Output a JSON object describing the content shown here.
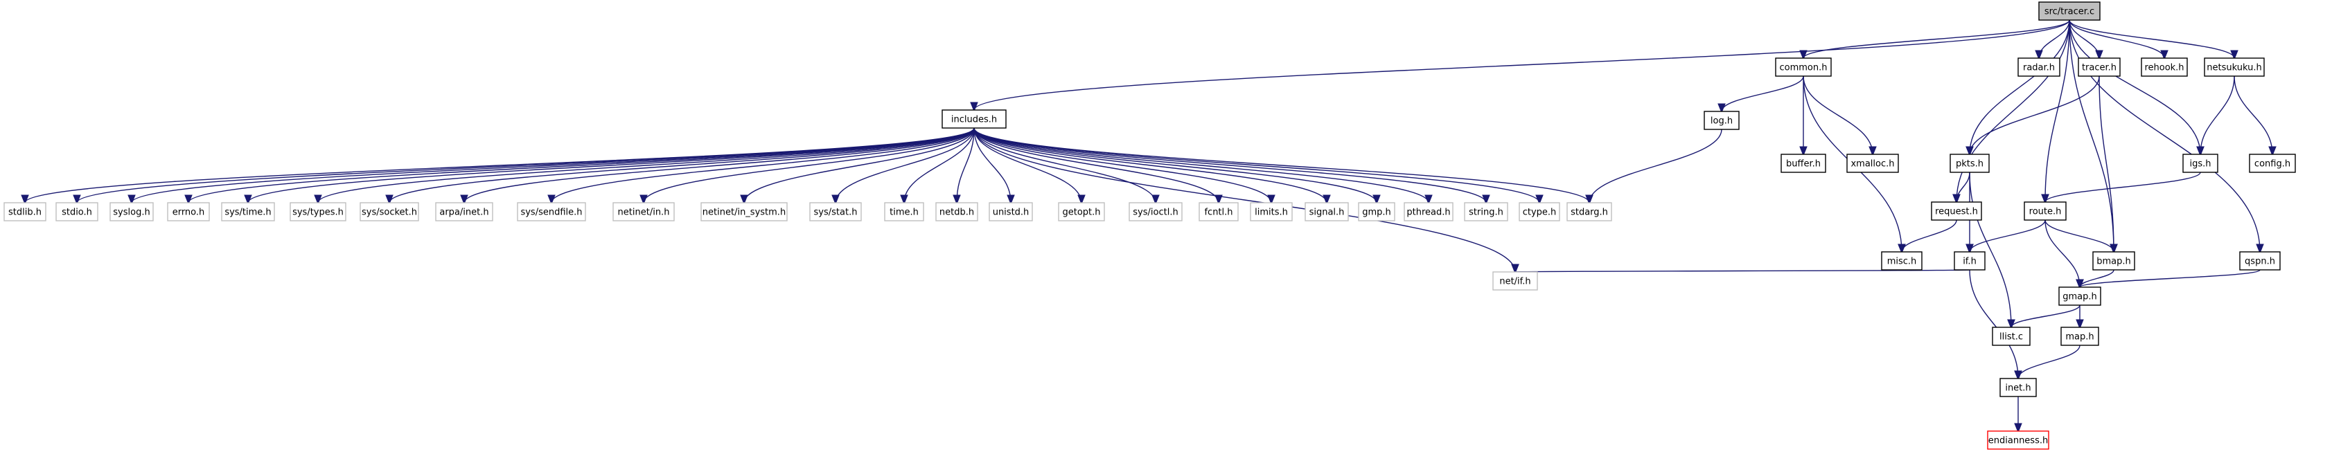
{
  "colors": {
    "edge": "#191970",
    "root_fill": "#bfbfbf",
    "node_border": "#000000",
    "external_border": "#bfbfbf",
    "highlight_border": "#ff0000",
    "label": "#000000"
  },
  "nodes": [
    {
      "id": "tracer_c",
      "label": "src/tracer.c",
      "kind": "root"
    },
    {
      "id": "includes_h",
      "label": "includes.h",
      "kind": "local"
    },
    {
      "id": "common_h",
      "label": "common.h",
      "kind": "local"
    },
    {
      "id": "radar_h",
      "label": "radar.h",
      "kind": "local"
    },
    {
      "id": "tracer_h",
      "label": "tracer.h",
      "kind": "local"
    },
    {
      "id": "rehook_h",
      "label": "rehook.h",
      "kind": "local"
    },
    {
      "id": "netsukuku_h",
      "label": "netsukuku.h",
      "kind": "local"
    },
    {
      "id": "log_h",
      "label": "log.h",
      "kind": "local"
    },
    {
      "id": "buffer_h",
      "label": "buffer.h",
      "kind": "local"
    },
    {
      "id": "xmalloc_h",
      "label": "xmalloc.h",
      "kind": "local"
    },
    {
      "id": "pkts_h",
      "label": "pkts.h",
      "kind": "local"
    },
    {
      "id": "igs_h",
      "label": "igs.h",
      "kind": "local"
    },
    {
      "id": "config_h",
      "label": "config.h",
      "kind": "local"
    },
    {
      "id": "request_h",
      "label": "request.h",
      "kind": "local"
    },
    {
      "id": "route_h",
      "label": "route.h",
      "kind": "local"
    },
    {
      "id": "misc_h",
      "label": "misc.h",
      "kind": "local"
    },
    {
      "id": "if_h",
      "label": "if.h",
      "kind": "local"
    },
    {
      "id": "bmap_h",
      "label": "bmap.h",
      "kind": "local"
    },
    {
      "id": "qspn_h",
      "label": "qspn.h",
      "kind": "local"
    },
    {
      "id": "gmap_h",
      "label": "gmap.h",
      "kind": "local"
    },
    {
      "id": "llist_c",
      "label": "llist.c",
      "kind": "local"
    },
    {
      "id": "map_h",
      "label": "map.h",
      "kind": "local"
    },
    {
      "id": "inet_h",
      "label": "inet.h",
      "kind": "local"
    },
    {
      "id": "endianness_h",
      "label": "endianness.h",
      "kind": "missing"
    },
    {
      "id": "stdlib_h",
      "label": "stdlib.h",
      "kind": "system"
    },
    {
      "id": "stdio_h",
      "label": "stdio.h",
      "kind": "system"
    },
    {
      "id": "syslog_h",
      "label": "syslog.h",
      "kind": "system"
    },
    {
      "id": "errno_h",
      "label": "errno.h",
      "kind": "system"
    },
    {
      "id": "sys_time_h",
      "label": "sys/time.h",
      "kind": "system"
    },
    {
      "id": "sys_types_h",
      "label": "sys/types.h",
      "kind": "system"
    },
    {
      "id": "sys_socket_h",
      "label": "sys/socket.h",
      "kind": "system"
    },
    {
      "id": "arpa_inet_h",
      "label": "arpa/inet.h",
      "kind": "system"
    },
    {
      "id": "sys_sendfile_h",
      "label": "sys/sendfile.h",
      "kind": "system"
    },
    {
      "id": "netinet_in_h",
      "label": "netinet/in.h",
      "kind": "system"
    },
    {
      "id": "netinet_in_systm_h",
      "label": "netinet/in_systm.h",
      "kind": "system"
    },
    {
      "id": "sys_stat_h",
      "label": "sys/stat.h",
      "kind": "system"
    },
    {
      "id": "time_h",
      "label": "time.h",
      "kind": "system"
    },
    {
      "id": "netdb_h",
      "label": "netdb.h",
      "kind": "system"
    },
    {
      "id": "unistd_h",
      "label": "unistd.h",
      "kind": "system"
    },
    {
      "id": "getopt_h",
      "label": "getopt.h",
      "kind": "system"
    },
    {
      "id": "sys_ioctl_h",
      "label": "sys/ioctl.h",
      "kind": "system"
    },
    {
      "id": "fcntl_h",
      "label": "fcntl.h",
      "kind": "system"
    },
    {
      "id": "limits_h",
      "label": "limits.h",
      "kind": "system"
    },
    {
      "id": "signal_h",
      "label": "signal.h",
      "kind": "system"
    },
    {
      "id": "gmp_h",
      "label": "gmp.h",
      "kind": "system"
    },
    {
      "id": "pthread_h",
      "label": "pthread.h",
      "kind": "system"
    },
    {
      "id": "string_h",
      "label": "string.h",
      "kind": "system"
    },
    {
      "id": "ctype_h",
      "label": "ctype.h",
      "kind": "system"
    },
    {
      "id": "stdarg_h",
      "label": "stdarg.h",
      "kind": "system"
    },
    {
      "id": "net_if_h",
      "label": "net/if.h",
      "kind": "system"
    }
  ],
  "edges": [
    [
      "tracer_c",
      "includes_h"
    ],
    [
      "tracer_c",
      "common_h"
    ],
    [
      "tracer_c",
      "radar_h"
    ],
    [
      "tracer_c",
      "tracer_h"
    ],
    [
      "tracer_c",
      "rehook_h"
    ],
    [
      "tracer_c",
      "netsukuku_h"
    ],
    [
      "tracer_c",
      "pkts_h"
    ],
    [
      "tracer_c",
      "request_h"
    ],
    [
      "tracer_c",
      "route_h"
    ],
    [
      "tracer_c",
      "igs_h"
    ],
    [
      "tracer_c",
      "bmap_h"
    ],
    [
      "tracer_c",
      "qspn_h"
    ],
    [
      "includes_h",
      "stdlib_h"
    ],
    [
      "includes_h",
      "stdio_h"
    ],
    [
      "includes_h",
      "syslog_h"
    ],
    [
      "includes_h",
      "errno_h"
    ],
    [
      "includes_h",
      "sys_time_h"
    ],
    [
      "includes_h",
      "sys_types_h"
    ],
    [
      "includes_h",
      "sys_socket_h"
    ],
    [
      "includes_h",
      "arpa_inet_h"
    ],
    [
      "includes_h",
      "sys_sendfile_h"
    ],
    [
      "includes_h",
      "netinet_in_h"
    ],
    [
      "includes_h",
      "netinet_in_systm_h"
    ],
    [
      "includes_h",
      "sys_stat_h"
    ],
    [
      "includes_h",
      "time_h"
    ],
    [
      "includes_h",
      "netdb_h"
    ],
    [
      "includes_h",
      "unistd_h"
    ],
    [
      "includes_h",
      "getopt_h"
    ],
    [
      "includes_h",
      "sys_ioctl_h"
    ],
    [
      "includes_h",
      "fcntl_h"
    ],
    [
      "includes_h",
      "limits_h"
    ],
    [
      "includes_h",
      "signal_h"
    ],
    [
      "includes_h",
      "gmp_h"
    ],
    [
      "includes_h",
      "pthread_h"
    ],
    [
      "includes_h",
      "string_h"
    ],
    [
      "includes_h",
      "ctype_h"
    ],
    [
      "includes_h",
      "stdarg_h"
    ],
    [
      "includes_h",
      "net_if_h"
    ],
    [
      "common_h",
      "log_h"
    ],
    [
      "common_h",
      "buffer_h"
    ],
    [
      "common_h",
      "xmalloc_h"
    ],
    [
      "common_h",
      "misc_h"
    ],
    [
      "log_h",
      "stdarg_h"
    ],
    [
      "tracer_h",
      "pkts_h"
    ],
    [
      "tracer_h",
      "bmap_h"
    ],
    [
      "netsukuku_h",
      "igs_h"
    ],
    [
      "netsukuku_h",
      "config_h"
    ],
    [
      "pkts_h",
      "request_h"
    ],
    [
      "pkts_h",
      "if_h"
    ],
    [
      "pkts_h",
      "llist_c"
    ],
    [
      "igs_h",
      "route_h"
    ],
    [
      "request_h",
      "misc_h"
    ],
    [
      "route_h",
      "if_h"
    ],
    [
      "route_h",
      "bmap_h"
    ],
    [
      "route_h",
      "gmap_h"
    ],
    [
      "if_h",
      "net_if_h"
    ],
    [
      "if_h",
      "inet_h"
    ],
    [
      "bmap_h",
      "gmap_h"
    ],
    [
      "qspn_h",
      "gmap_h"
    ],
    [
      "gmap_h",
      "llist_c"
    ],
    [
      "gmap_h",
      "map_h"
    ],
    [
      "map_h",
      "inet_h"
    ],
    [
      "inet_h",
      "endianness_h"
    ]
  ]
}
